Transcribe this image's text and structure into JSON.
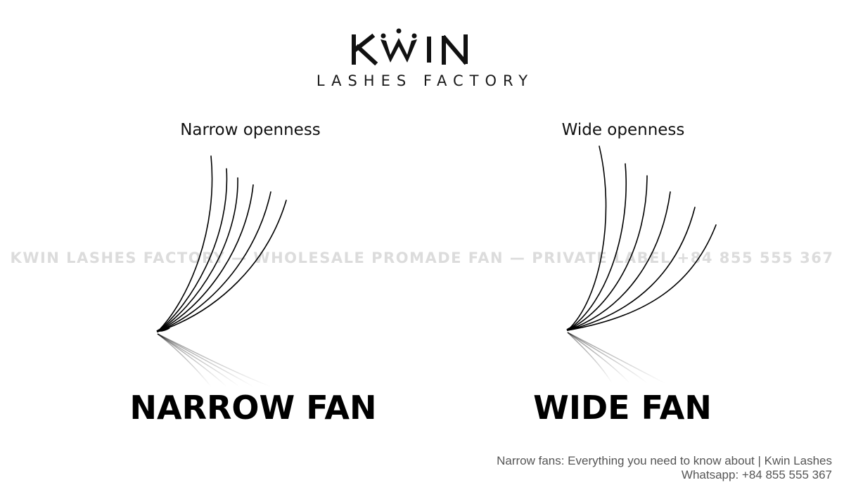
{
  "brand": {
    "logo_text": "KWIN",
    "subtitle": "LASHES FACTORY"
  },
  "watermark": {
    "text": "KWIN LASHES FACTORY — WHOLESALE PROMADE FAN — PRIVATE LABEL +84 855 555 367"
  },
  "panels": [
    {
      "caption": "Narrow openness",
      "title": "NARROW FAN",
      "icon": "narrow-fan-lash-illustration"
    },
    {
      "caption": "Wide openness",
      "title": "WIDE FAN",
      "icon": "wide-fan-lash-illustration"
    }
  ],
  "footer": {
    "line1": "Narrow fans: Everything you need to know about | Kwin Lashes",
    "line2": "Whatsapp: +84 855 555 367"
  },
  "colors": {
    "text": "#000000",
    "watermark": "#dcdcdc",
    "footer": "#555555"
  }
}
